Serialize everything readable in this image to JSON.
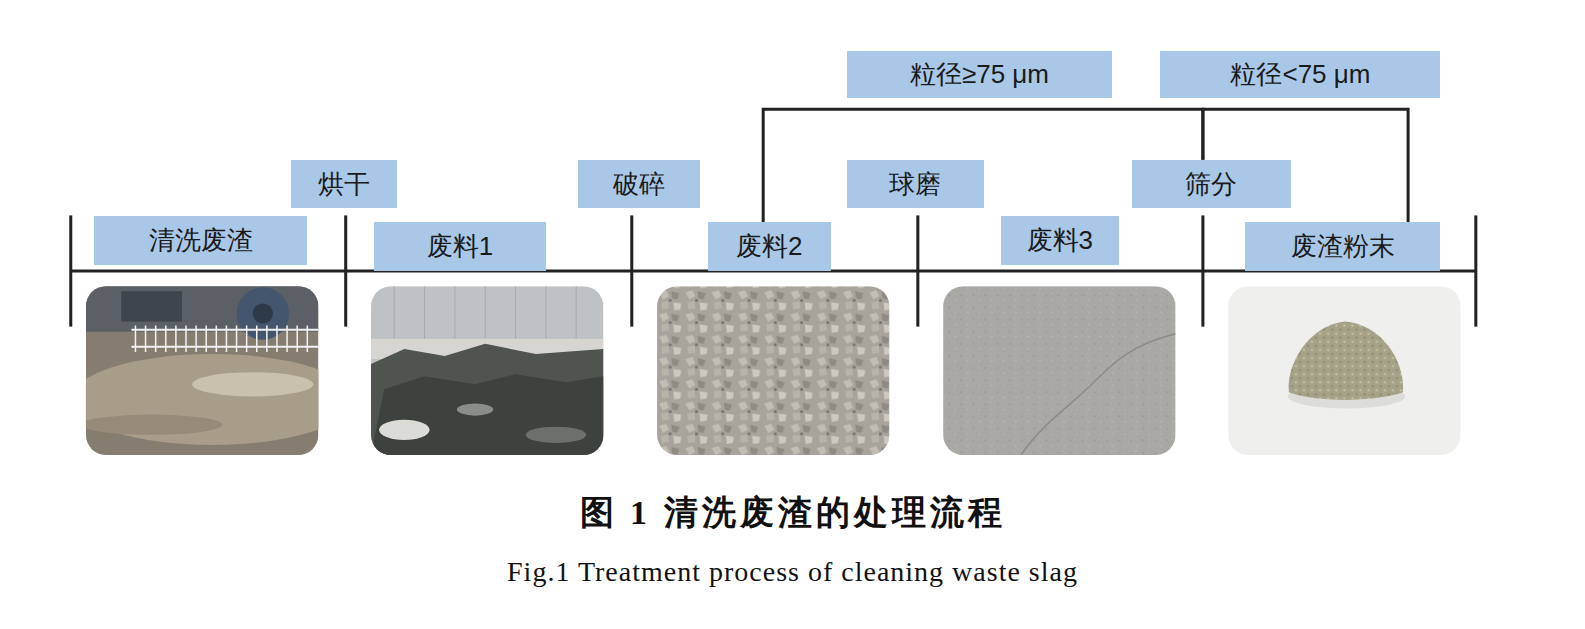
{
  "diagram": {
    "caption": "图 1 清洗废渣的处理流程",
    "nodes": [
      {
        "text": [
          "粒径≥75 μm"
        ]
      },
      {
        "text": [
          "粒径<75 μm"
        ]
      },
      {
        "text": [
          "烘干"
        ]
      },
      {
        "text": [
          "破碎"
        ]
      },
      {
        "text": [
          "球磨"
        ]
      },
      {
        "text": [
          "筛分"
        ]
      },
      {
        "text": [
          "清洗废渣"
        ]
      },
      {
        "text": [
          "废料1"
        ]
      },
      {
        "text": [
          "废料2"
        ]
      },
      {
        "text": [
          "废料3"
        ]
      },
      {
        "text": [
          "废渣粉末"
        ]
      }
    ],
    "edges": [
      {
        "from": 5,
        "to": 8,
        "arrow": "none"
      },
      {
        "from": 5,
        "to": 10,
        "arrow": "none"
      }
    ],
    "labels": [
      "Fig.1 Treatment process of cleaning waste slag"
    ]
  }
}
